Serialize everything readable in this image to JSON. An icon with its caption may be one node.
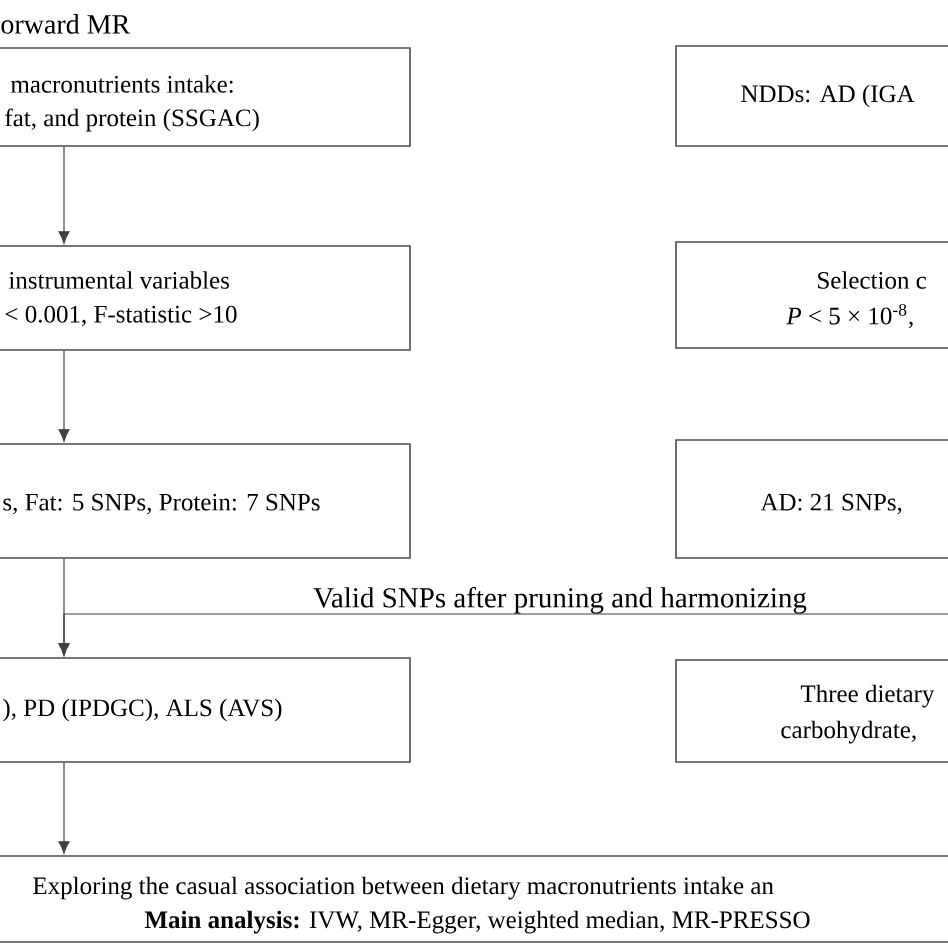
{
  "diagram": {
    "title": "orward MR",
    "nodes": [
      {
        "text": [
          "macronutrients intake:",
          "fat, and protein (SSGAC)"
        ]
      },
      {
        "text": [
          "NDDs: AD (IGA"
        ]
      },
      {
        "text": [
          "instrumental variables",
          "< 0.001,  F-statistic >10"
        ]
      },
      {
        "text": [
          "Selection c",
          "*P* < 5 × 10$^{-8}$,"
        ]
      },
      {
        "text": [
          "s, Fat: 5 SNPs, Protein: 7 SNPs"
        ]
      },
      {
        "text": [
          "AD: 21 SNPs,"
        ]
      },
      {
        "text": [
          "), PD (IPDGC), ALS (AVS)"
        ]
      },
      {
        "text": [
          "Three dietary",
          "carbohydrate,"
        ]
      },
      {
        "text": [
          "Exploring the casual association between dietary macronutrients intake an",
          "**Main analysis:** IVW, MR-Egger, weighted median, MR-PRESSO"
        ]
      }
    ],
    "edges": [
      {
        "from": 0,
        "to": 2,
        "arrow": "to"
      },
      {
        "from": 2,
        "to": 4,
        "arrow": "to"
      },
      {
        "from": 4,
        "to": 6,
        "arrow": "to"
      },
      {
        "from": null,
        "to": 6,
        "arrow": "to",
        "label": "Valid SNPs after pruning and harmonizing"
      },
      {
        "from": 6,
        "to": 8,
        "arrow": "to"
      }
    ]
  }
}
